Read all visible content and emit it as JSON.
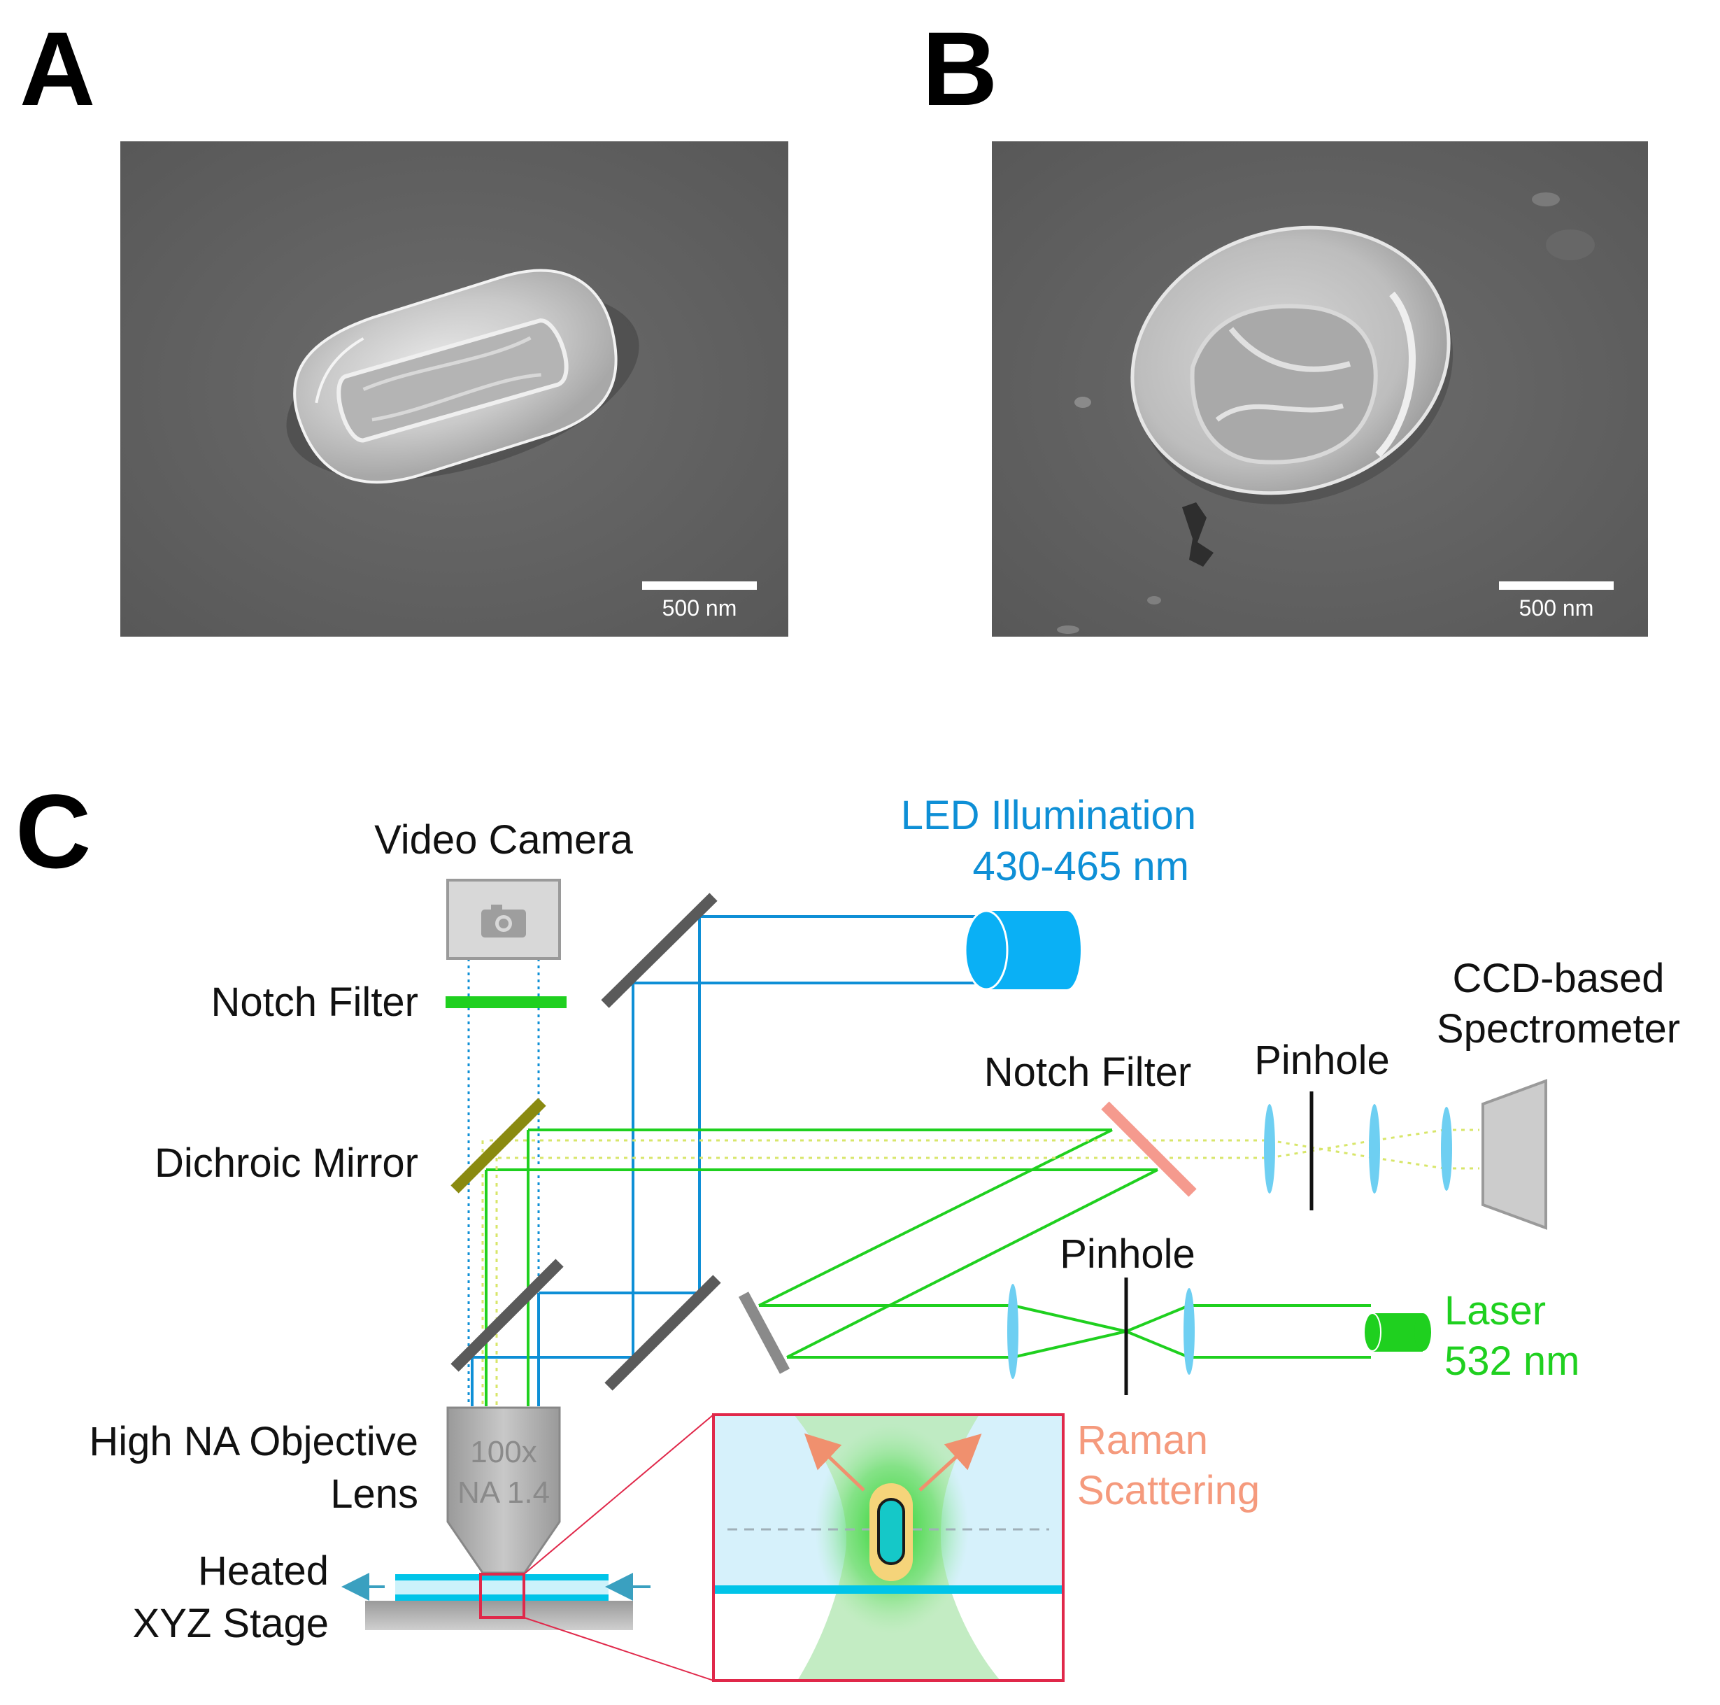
{
  "panels": {
    "a": {
      "letter": "A",
      "scale_bar": "500 nm"
    },
    "b": {
      "letter": "B",
      "scale_bar": "500 nm"
    },
    "c": {
      "letter": "C"
    }
  },
  "labels": {
    "video_camera": "Video Camera",
    "notch_filter_1": "Notch Filter",
    "dichroic_mirror": "Dichroic Mirror",
    "objective_line1": "High NA Objective",
    "objective_line2": "Lens",
    "stage_line1": "Heated",
    "stage_line2": "XYZ Stage",
    "led_line1": "LED Illumination",
    "led_line2": "430-465 nm",
    "notch_filter_2": "Notch Filter",
    "pinhole_1": "Pinhole",
    "pinhole_2": "Pinhole",
    "ccd_line1": "CCD-based",
    "ccd_line2": "Spectrometer",
    "laser_line1": "Laser",
    "laser_line2": "532 nm",
    "raman_line1": "Raman",
    "raman_line2": "Scattering",
    "objective_mag": "100x",
    "objective_na": "NA 1.4"
  },
  "colors": {
    "led_blue": "#0e8fd6",
    "laser_green": "#1fd01f",
    "notch_filter_salmon": "#f59a8e",
    "dichroic_olive": "#8a8a10",
    "raman_salmon": "#f59a7d",
    "inset_border": "#e0284a"
  }
}
